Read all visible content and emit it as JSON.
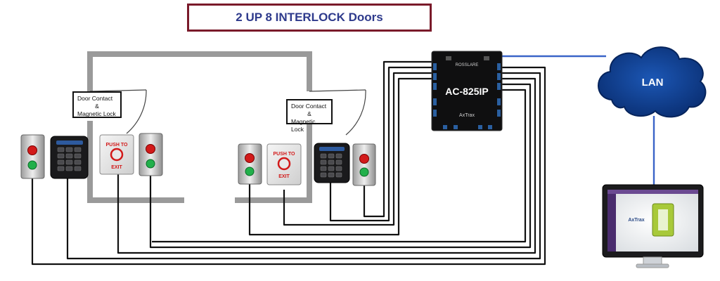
{
  "title": "2 UP 8 INTERLOCK Doors",
  "door_labels": {
    "left": {
      "line1": "Door Contact",
      "line2": "&",
      "line3": "Magnetic Lock"
    },
    "right": {
      "line1": "Door Contact",
      "line2": "&",
      "line3": "Magnetic Lock"
    }
  },
  "controller": {
    "model": "AC-825IP",
    "brand_top": "ROSSLARE",
    "brand_bottom": "AxTrax"
  },
  "network": {
    "cloud_label": "LAN"
  },
  "exit_button": {
    "line1": "PUSH TO",
    "line2": "EXIT"
  },
  "monitor": {
    "software_name": "AxTrax"
  },
  "colors": {
    "title_border": "#7a1a2a",
    "title_text": "#2e3a8c",
    "cloud": "#0e3f8f",
    "network_line": "#3a64c8",
    "wall": "#9a9a9a"
  }
}
